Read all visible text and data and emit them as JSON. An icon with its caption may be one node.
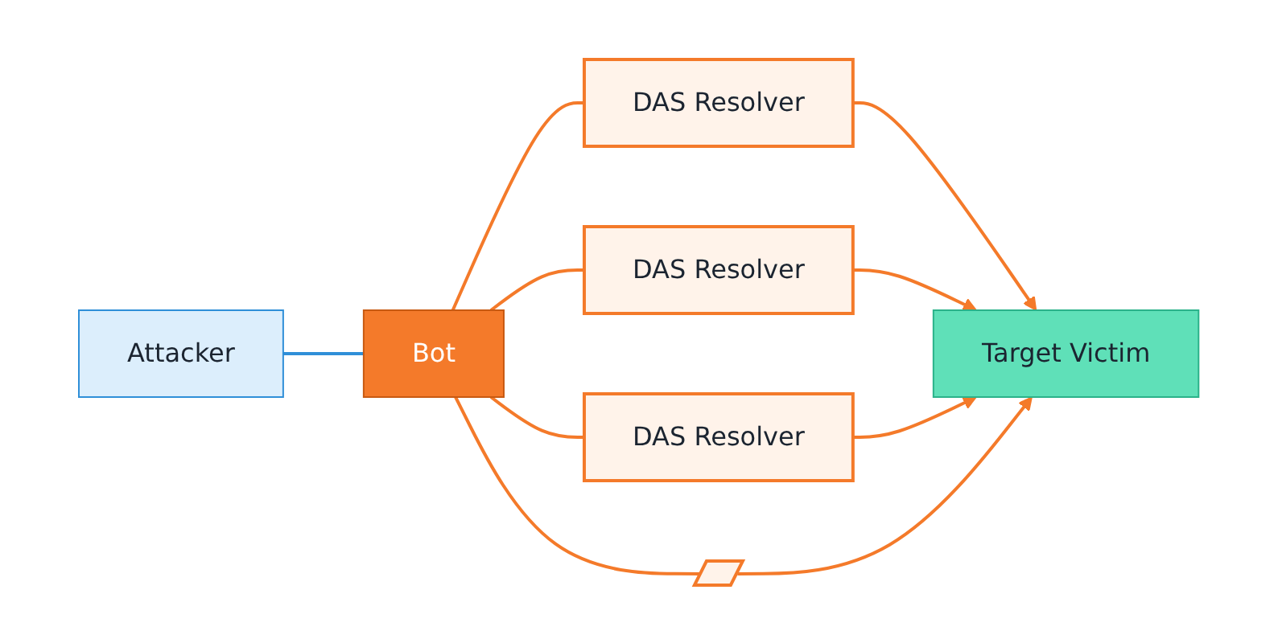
{
  "diagram": {
    "nodes": [
      {
        "text": [
          "Attacker"
        ]
      },
      {
        "text": [
          "Bot"
        ]
      },
      {
        "text": [
          "DAS Resolver"
        ]
      },
      {
        "text": [
          "DAS Resolver"
        ]
      },
      {
        "text": [
          "DAS Resolver"
        ]
      },
      {
        "text": [],
        "shape": "box"
      },
      {
        "text": [
          "Target Victim"
        ]
      }
    ],
    "edges": [
      {
        "from": 0,
        "to": 1,
        "arrow": "none",
        "color": "#2f8fd8"
      },
      {
        "from": 1,
        "to": 2,
        "arrow": "none"
      },
      {
        "from": 1,
        "to": 3,
        "arrow": "none"
      },
      {
        "from": 1,
        "to": 4,
        "arrow": "none"
      },
      {
        "from": 1,
        "to": 5,
        "arrow": "none"
      },
      {
        "from": 2,
        "to": 6,
        "arrow": "to"
      },
      {
        "from": 3,
        "to": 6,
        "arrow": "to"
      },
      {
        "from": 4,
        "to": 6,
        "arrow": "to"
      },
      {
        "from": 5,
        "to": 6,
        "arrow": "to"
      }
    ]
  }
}
